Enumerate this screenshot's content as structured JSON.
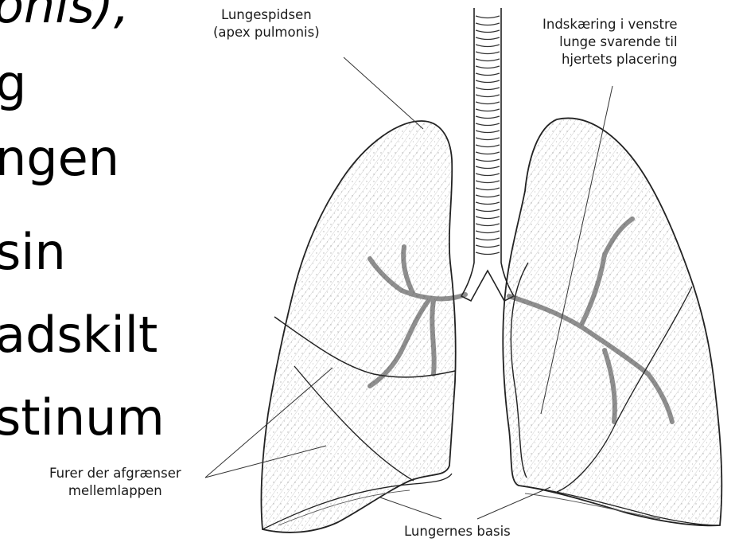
{
  "slide": {
    "text_lines": [
      "onis),",
      "g",
      "ngen",
      "sin",
      "adskilt",
      "stinum"
    ]
  },
  "diagram": {
    "labels": {
      "apex": [
        "Lungespidsen",
        "(apex pulmonis)"
      ],
      "notch": [
        "Indskæring i venstre",
        "lunge svarende til",
        "hjertets placering"
      ],
      "fissures": [
        "Furer der afgrænser",
        "mellemlappen"
      ],
      "base": [
        "Lungernes basis"
      ]
    }
  }
}
